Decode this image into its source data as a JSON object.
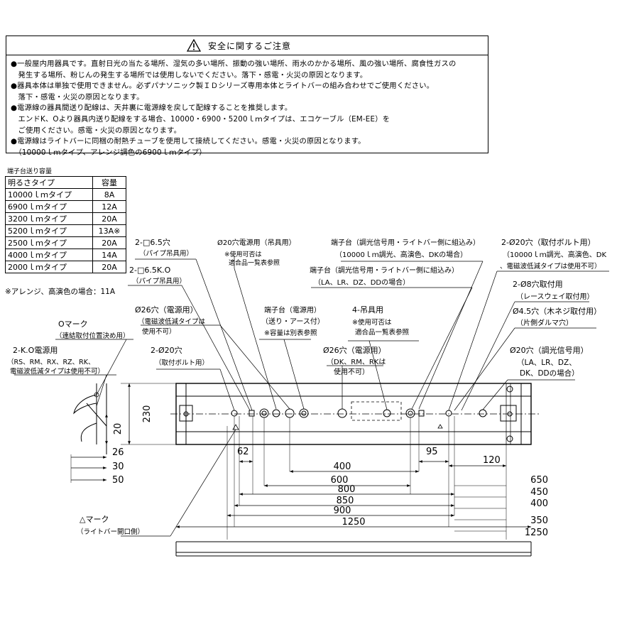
{
  "safety": {
    "title": "安全に関するご注意",
    "lines": [
      "●一般屋内用器具です。直射日光の当たる場所、湿気の多い場所、振動の強い場所、雨水のかかる場所、風の強い場所、腐食性ガスの",
      "　発生する場所、粉じんの発生する場所では使用しないでください。落下・感電・火災の原因となります。",
      "●器具本体は単独で使用できません。必ずパナソニック製ＩＤシリーズ専用本体とライトバーの組み合わせでご使用ください。",
      "　落下・感電・火災の原因となります。",
      "●電源線の器具間送り配線は、天井裏に電源線を戻して配線することを推奨します。",
      "　エンドK、Oより器具内送り配線をする場合、10000・6900・5200ｌｍタイプは、エコケーブル（EM-EE）を",
      "　ご使用ください。感電・火災の原因となります。",
      "●電源線はライトバーに同梱の耐熱チューブを使用して接続してください。感電・火災の原因となります。",
      "　（10000ｌｍタイプ、アレンジ調色の6900ｌｍタイプ）"
    ]
  },
  "capacity": {
    "title": "端子台送り容量",
    "headers": [
      "明るさタイプ",
      "容量"
    ],
    "rows": [
      [
        "10000ｌｍタイプ",
        "8A"
      ],
      [
        "6900ｌｍタイプ",
        "12A"
      ],
      [
        "3200ｌｍタイプ",
        "20A"
      ],
      [
        "5200ｌｍタイプ",
        "13A※"
      ],
      [
        "2500ｌｍタイプ",
        "20A"
      ],
      [
        "4000ｌｍタイプ",
        "14A"
      ],
      [
        "2000ｌｍタイプ",
        "20A"
      ]
    ],
    "note": "※アレンジ、高演色の場合：11A"
  },
  "labels": {
    "l01": "2-□6.5穴",
    "l02": "（パイプ吊具用）",
    "l03": "2-□6.5K.O",
    "l04": "（パイプ吊具用）",
    "l05": "Ø20穴電源用（吊具用）",
    "l06": "※使用可否は",
    "l07": "適合品一覧表参照",
    "l08": "端子台（調光信号用・ライトバー側に組込み）",
    "l09": "（10000ｌｍ調光、高演色、DKの場合）",
    "l10": "端子台（調光信号用・ライトバー側に組込み）",
    "l11": "（LA、LR、DZ、DDの場合）",
    "l12": "2-Ø20穴（取付ボルト用）",
    "l13": "（10000ｌｍ調光、高演色、DK",
    "l14": "、電磁波低減タイプは使用不可）",
    "l15": "2-Ø8穴取付用",
    "l16": "（レースウェイ取付用）",
    "l17": "Ø4.5穴（木ネジ取付用）",
    "l18": "（片側ダルマ穴）",
    "l19": "端子台（電源用）",
    "l20": "（送り・アース付）",
    "l21": "※容量は別表参照",
    "l22": "4-吊具用",
    "l23": "※使用可否は",
    "l24": "適合品一覧表参照",
    "l25": "Ø26穴（電源用）",
    "l26": "（電磁波低減タイプは",
    "l27": "使用不可）",
    "l28": "Oマーク",
    "l29": "（連結取付位置決め用）",
    "l30": "2-K.O電源用",
    "l31": "（RS、RM、RX、RZ、RK、",
    "l32": "電磁波低減タイプは使用不可）",
    "l33": "2-Ø20穴",
    "l34": "（取付ボルト用）",
    "l35": "Ø26穴（電源用）",
    "l36": "（DK、RM、RKは",
    "l37": "使用不可）",
    "l38": "Ø20穴（調光信号用）",
    "l39": "（LA、LR、DZ、",
    "l40": "DK、DDの場合）",
    "l41": "△マーク",
    "l42": "（ライトバー開口側）"
  },
  "dims": {
    "d230": "230",
    "d20": "20",
    "d26": "26",
    "d30": "30",
    "d50": "50",
    "d62": "62",
    "d95": "95",
    "d120": "120",
    "d400": "400",
    "d600": "600",
    "d800": "800",
    "d850": "850",
    "d900": "900",
    "d1250": "1250",
    "r650": "650",
    "r450": "450",
    "r400": "400",
    "r350": "350",
    "r1250": "1250"
  }
}
